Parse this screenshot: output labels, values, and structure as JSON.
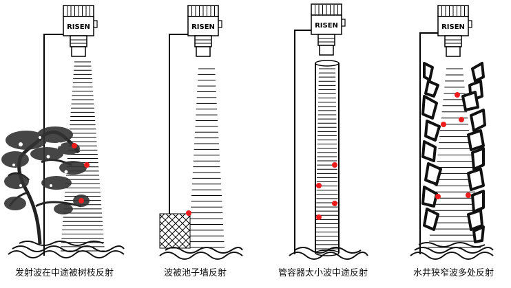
{
  "brand": "RISEN",
  "colors": {
    "line": "#000000",
    "reflection_dot": "#ee1c1c",
    "tree": "#222222",
    "ground": "#111111"
  },
  "panels": [
    {
      "caption": "发射波在中途被树枝反射",
      "scene": "tree-branches",
      "icon": "tree-icon"
    },
    {
      "caption": "波被池子墙反射",
      "scene": "pool-wall",
      "icon": "crosshatch-wall-icon"
    },
    {
      "caption": "管容器太小波中途反射",
      "scene": "narrow-pipe",
      "icon": "pipe-icon"
    },
    {
      "caption": "水井狭窄波多处反射",
      "scene": "narrow-well",
      "icon": "rock-wall-icon"
    }
  ]
}
